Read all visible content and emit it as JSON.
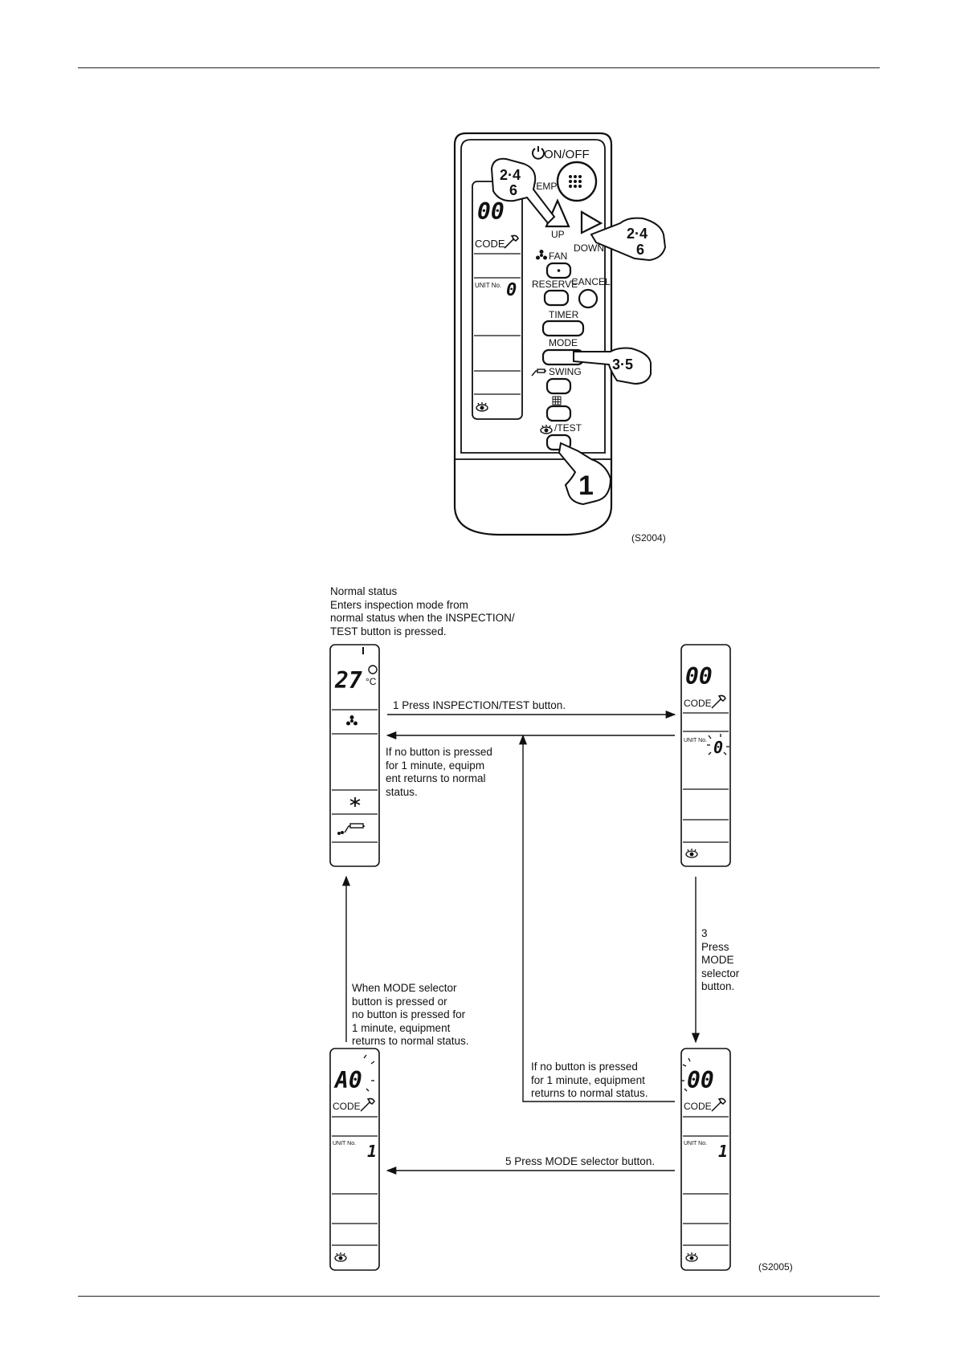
{
  "remote": {
    "on_off_label": "ON/OFF",
    "temp_label": "TEMP",
    "up_label": "UP",
    "down_label": "DOWN",
    "fan_label": "FAN",
    "reserve_label": "RESERVE",
    "cancel_label": "CANCEL",
    "timer_label": "TIMER",
    "mode_label": "MODE",
    "swing_label": "SWING",
    "test_label": "/TEST",
    "display_code": "00",
    "code_label": "CODE",
    "unit_no_label": "UNIT No.",
    "unit_no_value": "0",
    "hand_up": [
      "2·4",
      "6"
    ],
    "hand_down": [
      "2·4",
      "6"
    ],
    "hand_mode": "3·5",
    "hand_test": "1",
    "figure_ref": "(S2004)"
  },
  "flow": {
    "intro_lines": [
      "Normal status",
      "Enters inspection mode from",
      "normal status when the INSPECTION/",
      "TEST button is pressed."
    ],
    "normal_panel": {
      "temp": "27",
      "unit": "°C"
    },
    "inspect_panel": {
      "code": "00",
      "code_label": "CODE",
      "unit_no_label": "UNIT No.",
      "unit_no": "0"
    },
    "code_panel": {
      "code": "00",
      "code_label": "CODE",
      "unit_no_label": "UNIT No.",
      "unit_no": "1"
    },
    "error_panel": {
      "code": "A0",
      "code_label": "CODE",
      "unit_no_label": "UNIT No.",
      "unit_no": "1"
    },
    "step1_label": "1  Press INSPECTION/TEST button.",
    "timeout1_lines": [
      "If no button is pressed",
      "for 1 minute, equipm",
      "ent returns to normal",
      "status."
    ],
    "step3_lines": [
      "3",
      "Press",
      "MODE",
      "selector",
      "button."
    ],
    "mode_return_lines": [
      "When MODE selector",
      "button is pressed or",
      "no button is pressed for",
      "1 minute, equipment",
      "returns to normal status."
    ],
    "timeout2_lines": [
      "If no button is pressed",
      "for 1 minute, equipment",
      "returns to normal status."
    ],
    "step5_label": "5  Press MODE selector button.",
    "figure_ref": "(S2005)"
  }
}
